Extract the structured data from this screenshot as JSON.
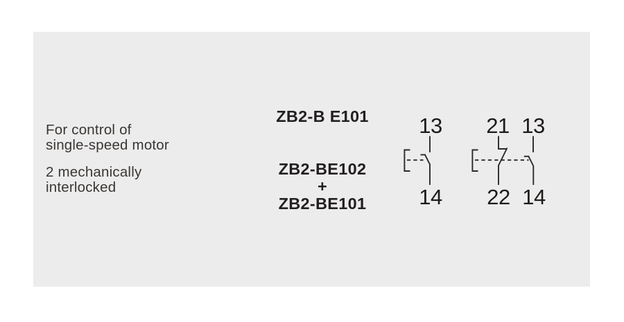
{
  "colors": {
    "background": "#ffffff",
    "panel": "#ececec",
    "line": "#2c2927",
    "reference_text": "#231f20",
    "body_text": "#3a3634",
    "terminal_number_text": "#1d1a19"
  },
  "description": {
    "line1": "For control of",
    "line2": "single-speed motor",
    "line3": "2 mechanically",
    "line4": "interlocked"
  },
  "references": {
    "single": "ZB2-B E101",
    "pair_top": "ZB2-BE102",
    "pair_join": "+",
    "pair_bottom": "ZB2-BE101"
  },
  "contact_diagram_single": {
    "type": "NO contact",
    "top_terminal": "13",
    "bottom_terminal": "14"
  },
  "contact_diagram_pair": {
    "type": "NC + NO contacts, mechanically linked",
    "nc_top_terminal": "21",
    "nc_bottom_terminal": "22",
    "no_top_terminal": "13",
    "no_bottom_terminal": "14"
  }
}
